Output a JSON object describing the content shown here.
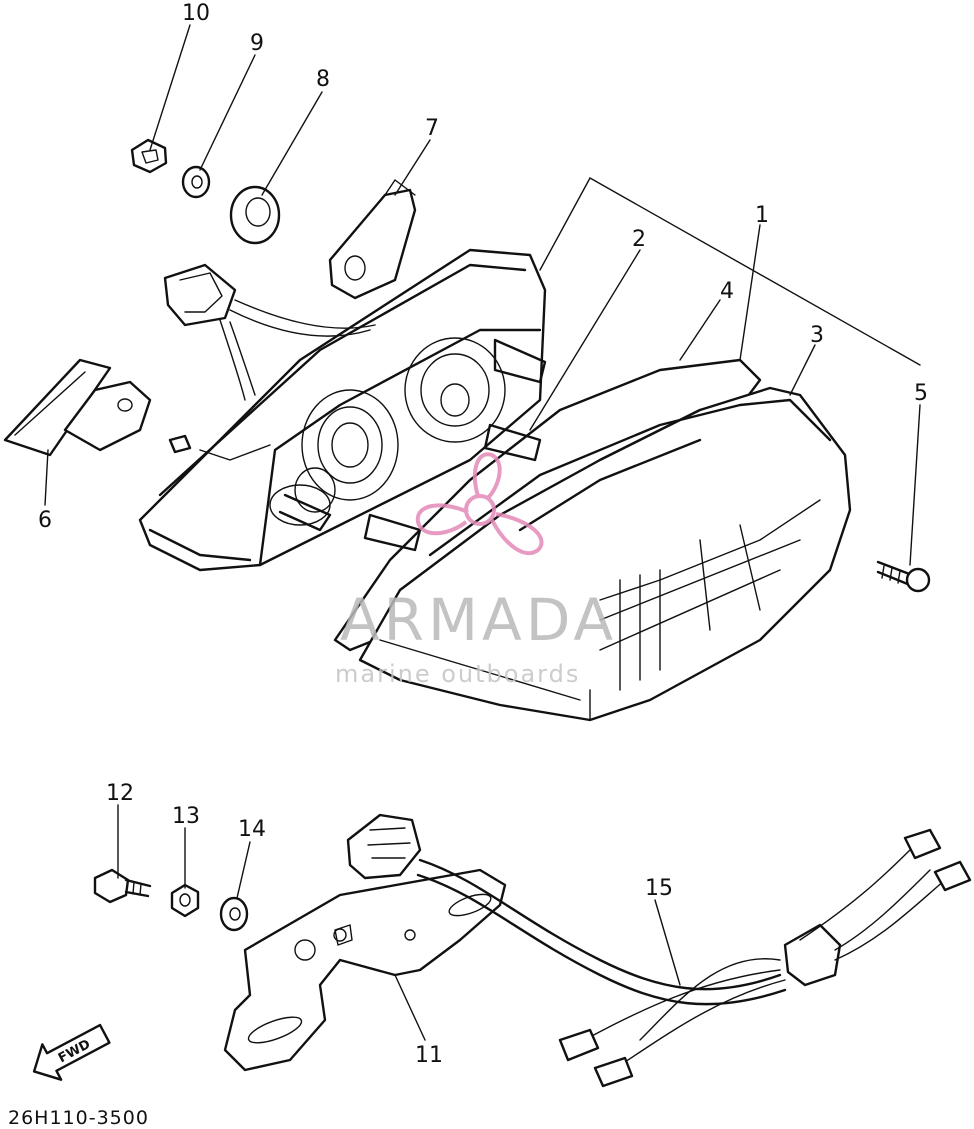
{
  "diagram": {
    "drawing_code": "26H110-3500",
    "direction_label": "FWD",
    "callouts": [
      "1",
      "2",
      "3",
      "4",
      "5",
      "6",
      "7",
      "8",
      "9",
      "10",
      "11",
      "12",
      "13",
      "14",
      "15"
    ]
  },
  "watermark": {
    "brand": "ARMADA",
    "tagline": "marine outboards",
    "brand_color": "#e58ab8"
  }
}
